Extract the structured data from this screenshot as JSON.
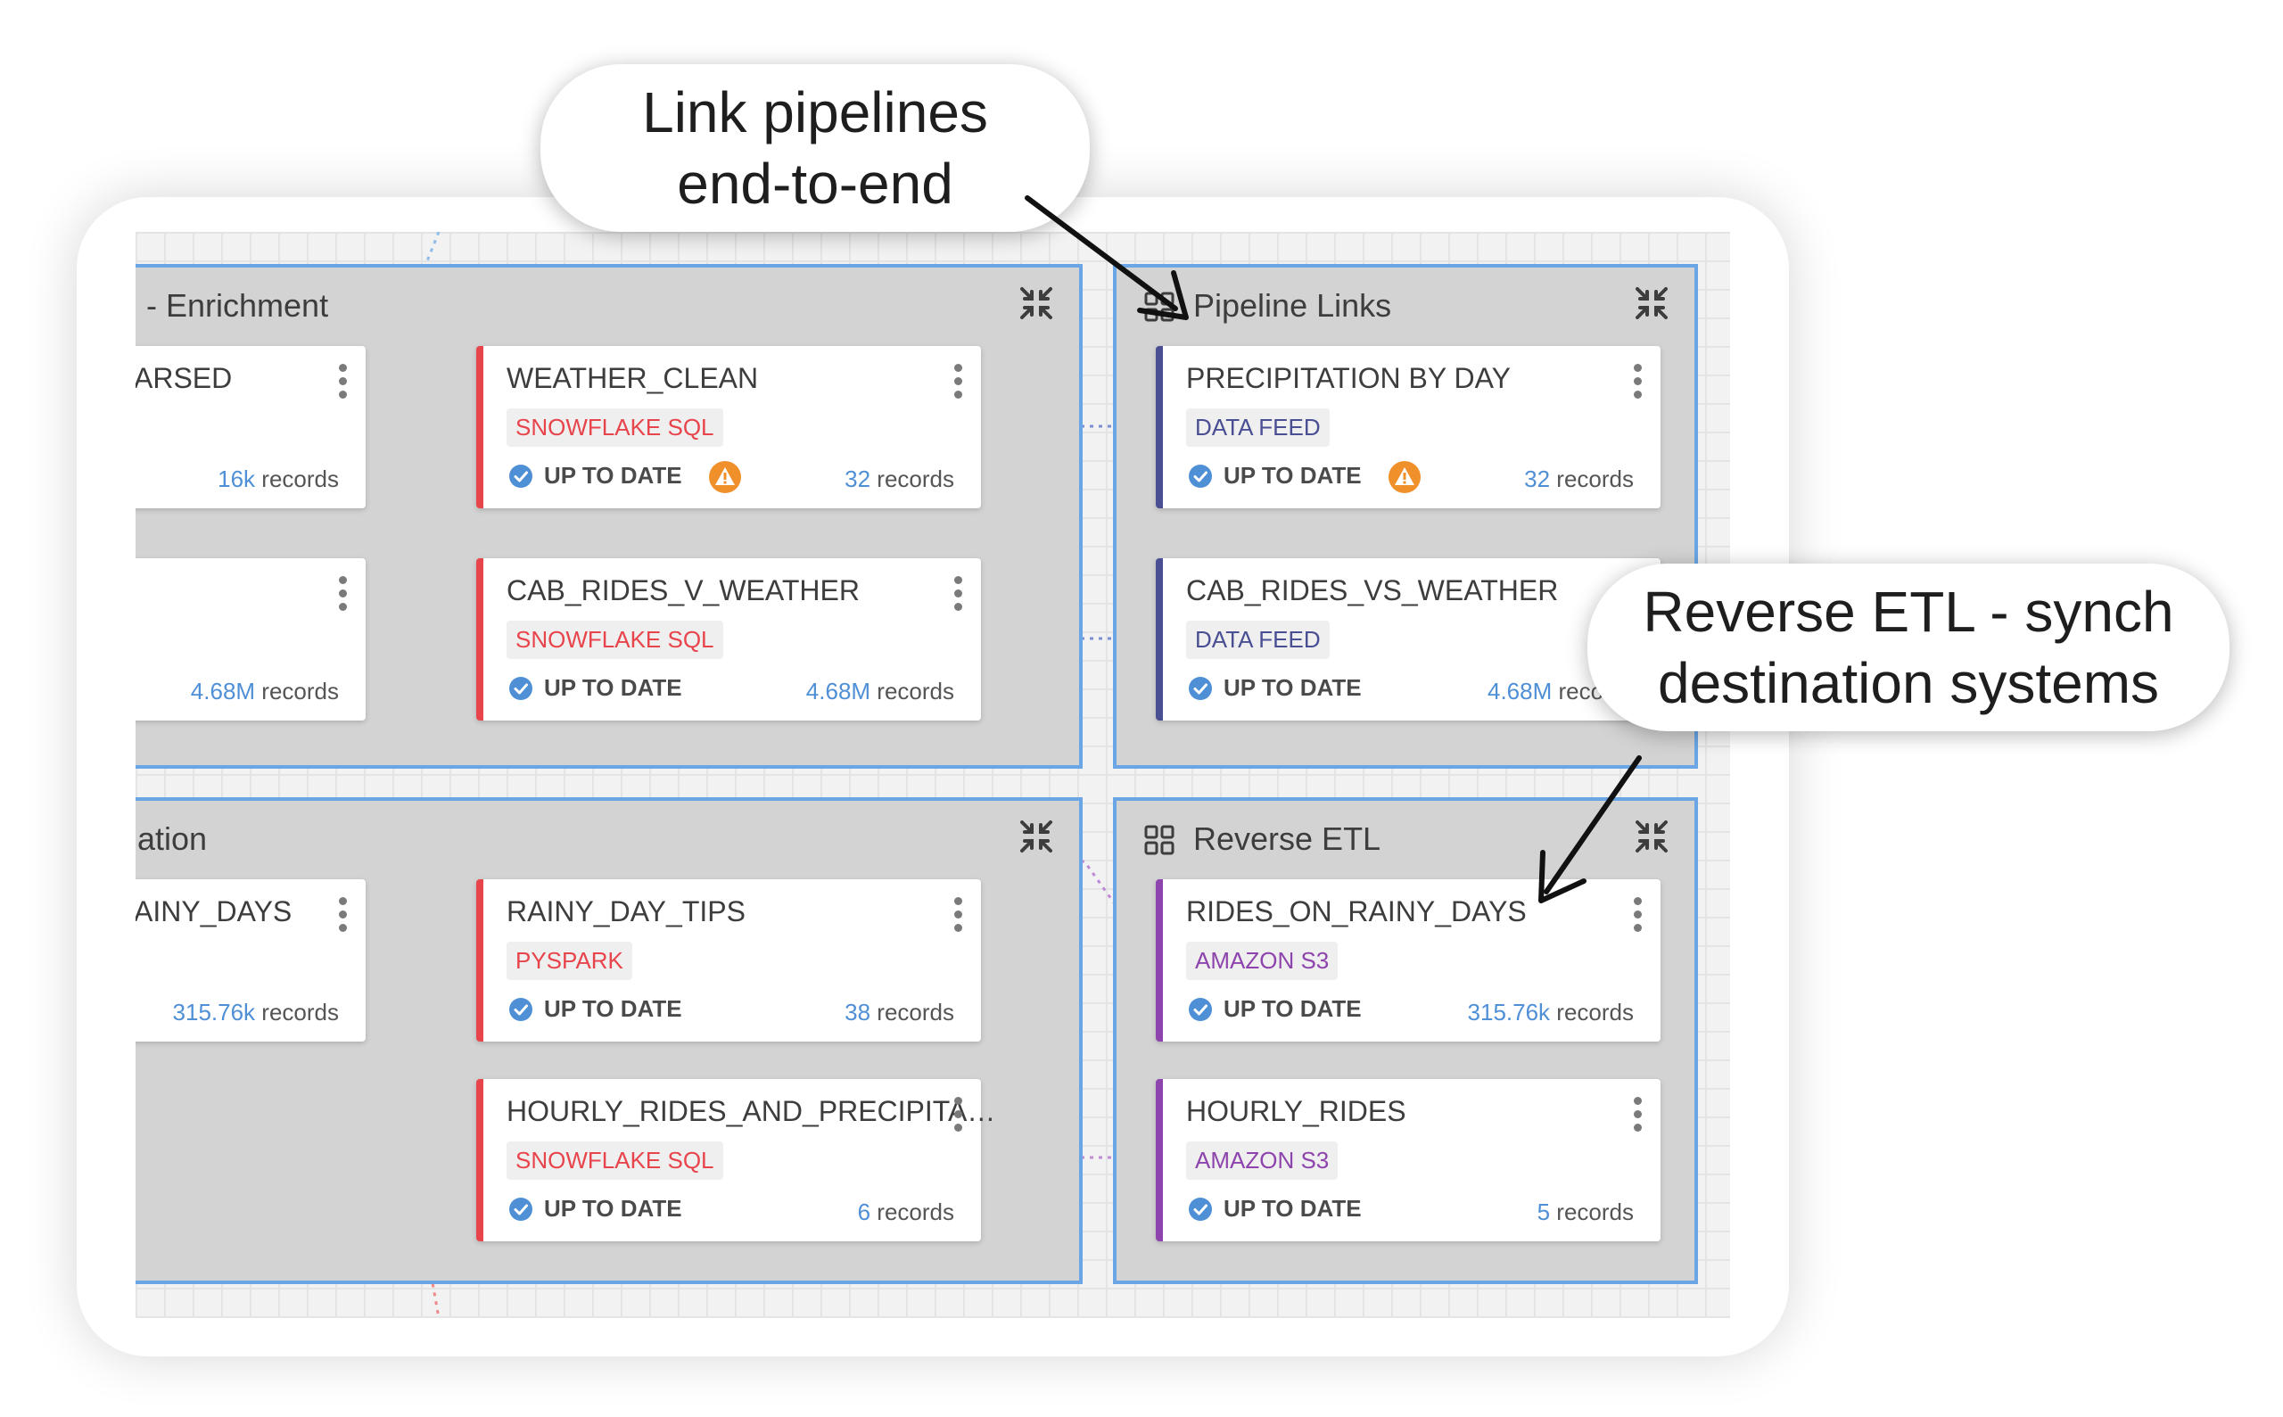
{
  "callouts": {
    "link_pipelines": [
      "Link pipelines",
      "end-to-end"
    ],
    "reverse_etl": [
      "Reverse ETL - synch",
      "destination systems"
    ]
  },
  "groups": {
    "enrichment": {
      "title": "- Enrichment"
    },
    "pipeline_links": {
      "title": "Pipeline Links"
    },
    "aggregation": {
      "title": "ation"
    },
    "reverse_etl": {
      "title": "Reverse ETL"
    }
  },
  "cards": {
    "parsed": {
      "title": "ARSED",
      "records_num": "16k",
      "records_label": "records"
    },
    "unnamed": {
      "records_num": "4.68M",
      "records_label": "records"
    },
    "weather_clean": {
      "title": "WEATHER_CLEAN",
      "badge": "SNOWFLAKE SQL",
      "status": "UP TO DATE",
      "records_num": "32",
      "records_label": "records"
    },
    "cab_rides_v_weather": {
      "title": "CAB_RIDES_V_WEATHER",
      "badge": "SNOWFLAKE SQL",
      "status": "UP TO DATE",
      "records_num": "4.68M",
      "records_label": "records"
    },
    "precipitation_by_day": {
      "title": "PRECIPITATION BY DAY",
      "badge": "DATA FEED",
      "status": "UP TO DATE",
      "records_num": "32",
      "records_label": "records"
    },
    "cab_rides_vs_weather": {
      "title": "CAB_RIDES_VS_WEATHER",
      "badge": "DATA FEED",
      "status": "UP TO DATE",
      "records_num": "4.68M",
      "records_label": "recor"
    },
    "rainy_days": {
      "title": "AINY_DAYS",
      "records_num": "315.76k",
      "records_label": "records"
    },
    "rainy_day_tips": {
      "title": "RAINY_DAY_TIPS",
      "badge": "PYSPARK",
      "status": "UP TO DATE",
      "records_num": "38",
      "records_label": "records"
    },
    "hourly_rides_and_precip": {
      "title": "HOURLY_RIDES_AND_PRECIPITA…",
      "badge": "SNOWFLAKE SQL",
      "status": "UP TO DATE",
      "records_num": "6",
      "records_label": "records"
    },
    "rides_on_rainy_days": {
      "title": "RIDES_ON_RAINY_DAYS",
      "badge": "AMAZON S3",
      "status": "UP TO DATE",
      "records_num": "315.76k",
      "records_label": "records"
    },
    "hourly_rides": {
      "title": "HOURLY_RIDES",
      "badge": "AMAZON S3",
      "status": "UP TO DATE",
      "records_num": "5",
      "records_label": "records"
    }
  },
  "icons": {
    "collapse": "compress-arrows-icon",
    "group": "grid-squares-icon",
    "status": "check-circle-icon",
    "warning": "warning-triangle-icon",
    "menu": "kebab-menu-icon"
  },
  "colors": {
    "group_border": "#6aa6e6",
    "snowflake": "#e8444c",
    "data_feed": "#4a4f93",
    "s3": "#8e44ad",
    "records_number": "#4f8fd6",
    "check": "#4f8fd6",
    "warning": "#f0902a"
  }
}
